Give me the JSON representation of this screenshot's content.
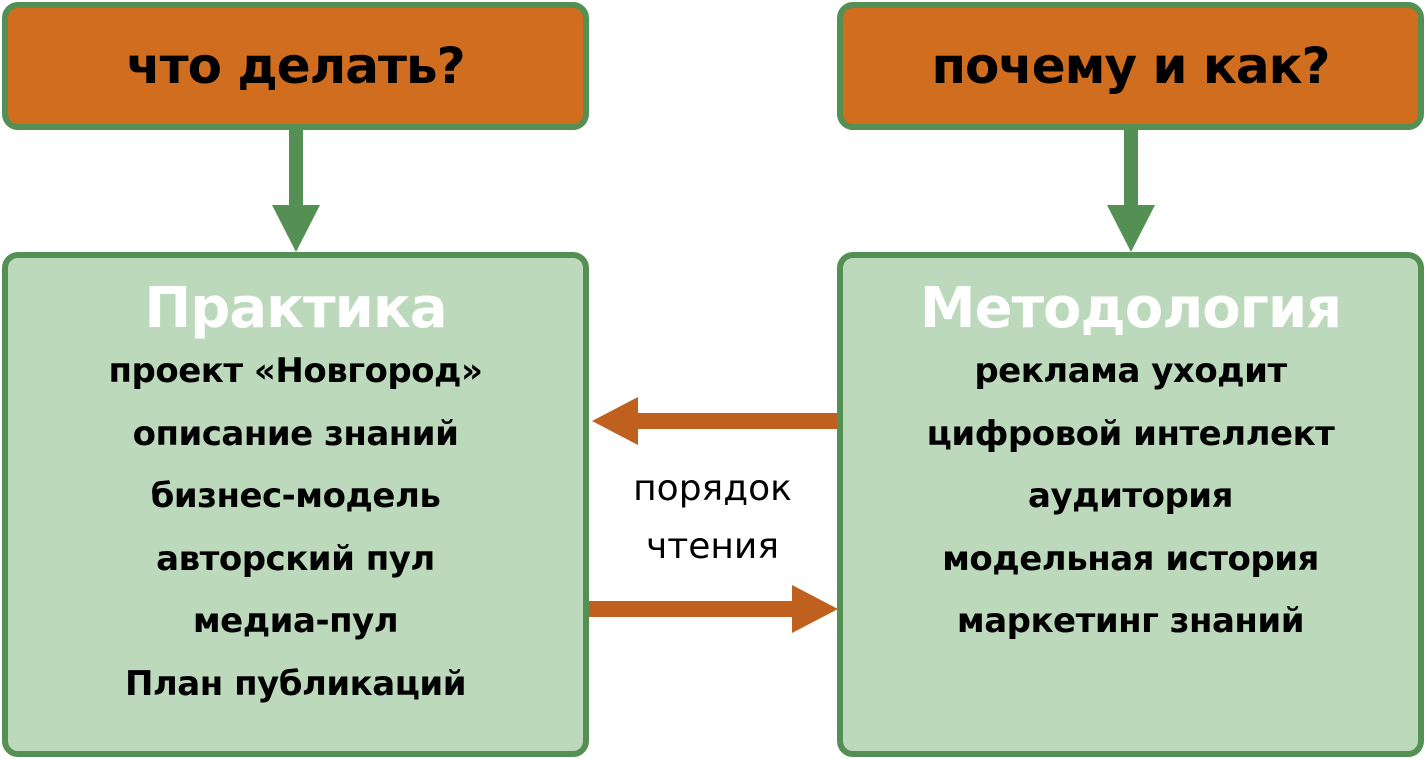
{
  "left_header": "что делать?",
  "right_header": "почему и как?",
  "left_box": {
    "title": "Практика",
    "items": [
      "проект «Новгород»",
      "описание знаний",
      "бизнес-модель",
      "авторский пул",
      "медиа-пул",
      "План публикаций"
    ]
  },
  "right_box": {
    "title": "Методология",
    "items": [
      "реклама уходит",
      "цифровой интеллект",
      "аудитория",
      "модельная история",
      "маркетинг знаний"
    ]
  },
  "middle_label": [
    "порядок",
    "чтения"
  ],
  "colors": {
    "orange": "#d06d1e",
    "green_border": "#548f54",
    "light_green": "#bcd9bc",
    "arrow_orange": "#c0601e"
  }
}
